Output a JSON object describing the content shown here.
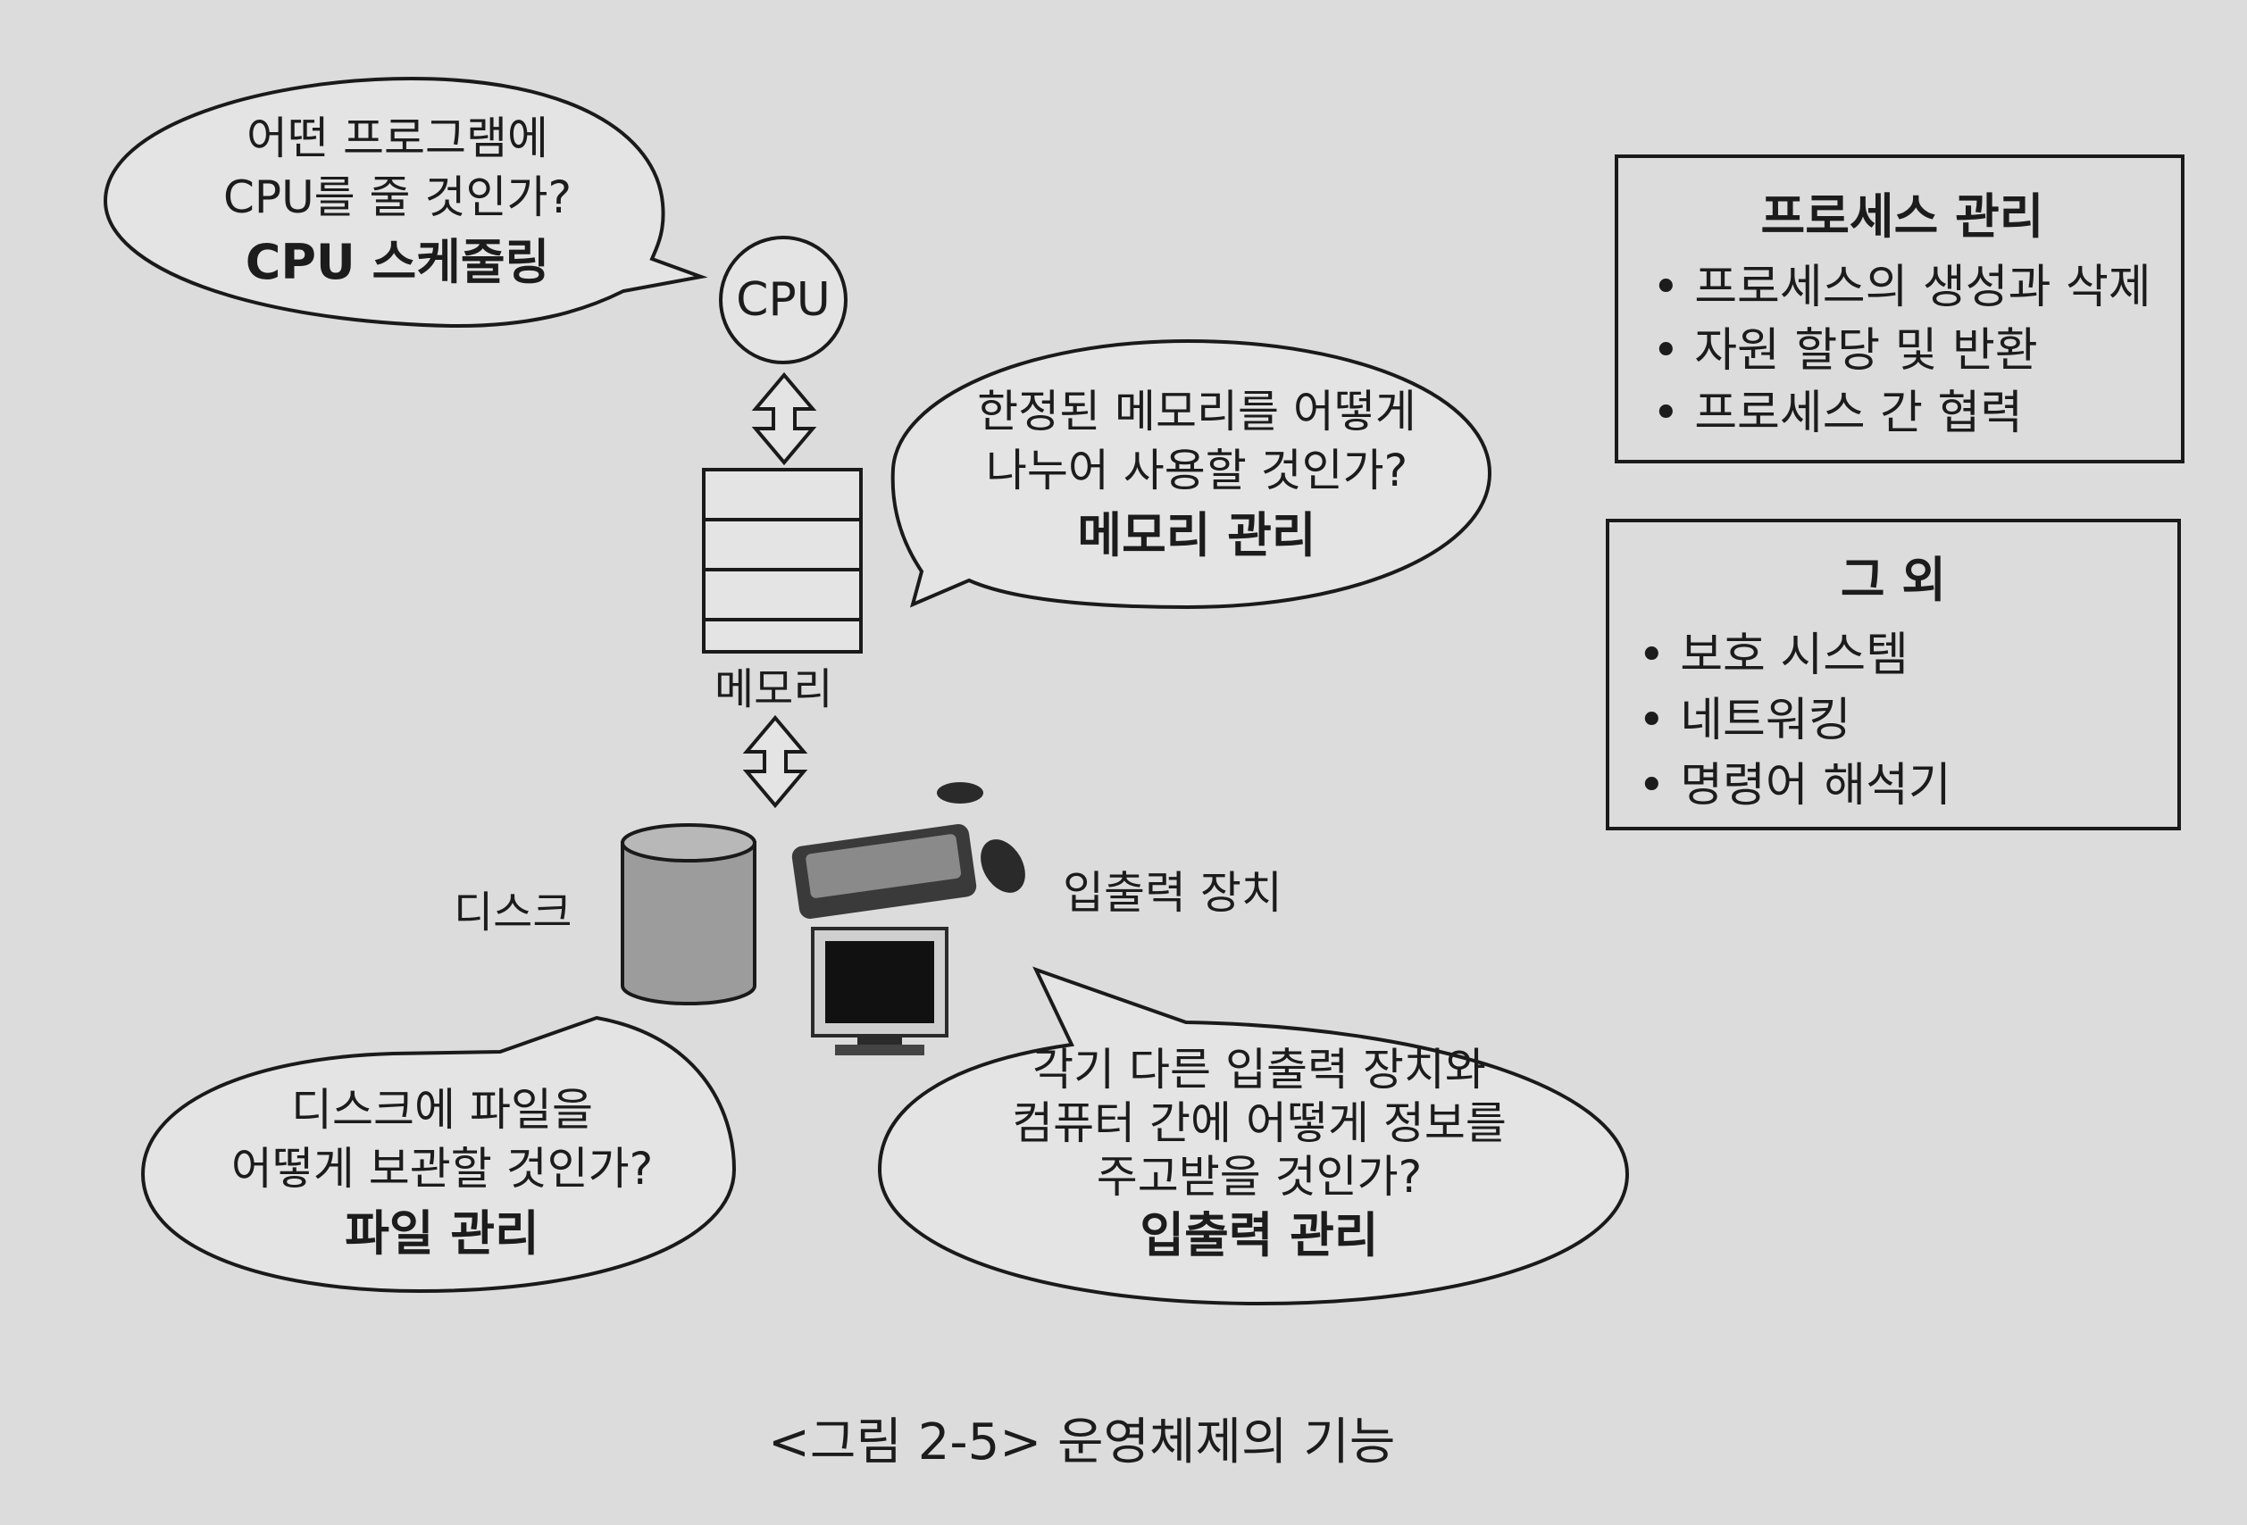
{
  "cpu_bubble": {
    "question_line1": "어떤 프로그램에",
    "question_line2": "CPU를 줄 것인가?",
    "heading": "CPU 스케줄링"
  },
  "cpu_label": "CPU",
  "memory_bubble": {
    "question_line1": "한정된 메모리를 어떻게",
    "question_line2": "나누어 사용할 것인가?",
    "heading": "메모리 관리"
  },
  "memory_label": "메모리",
  "disk_label": "디스크",
  "io_device_label": "입출력 장치",
  "file_bubble": {
    "question_line1": "디스크에 파일을",
    "question_line2": "어떻게 보관할 것인가?",
    "heading": "파일 관리"
  },
  "io_bubble": {
    "question_line1": "각기 다른 입출력 장치와",
    "question_line2": "컴퓨터 간에 어떻게 정보를",
    "question_line3": "주고받을 것인가?",
    "heading": "입출력 관리"
  },
  "process_box": {
    "title": "프로세스 관리",
    "items": [
      "프로세스의 생성과 삭제",
      "자원 할당 및 반환",
      "프로세스 간 협력"
    ]
  },
  "other_box": {
    "title": "그 외",
    "items": [
      "보호 시스템",
      "네트워킹",
      "명령어 해석기"
    ]
  },
  "caption": "<그림 2-5> 운영체제의 기능"
}
